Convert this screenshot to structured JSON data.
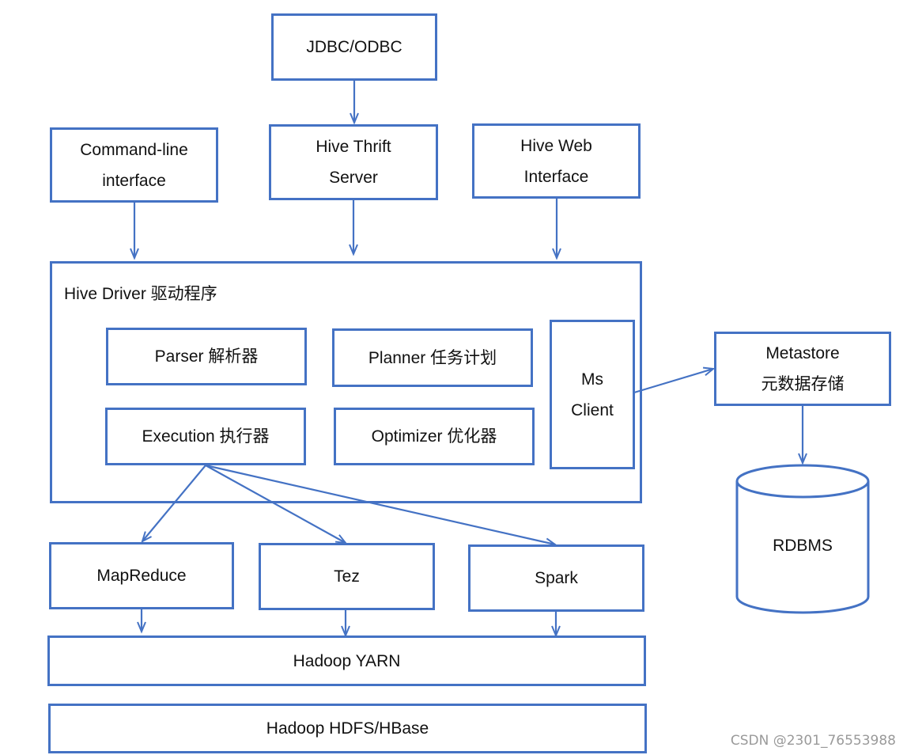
{
  "colors": {
    "stroke": "#4472c4",
    "text": "#111111",
    "watermark": "#9a9a9a"
  },
  "nodes": {
    "jdbc": "JDBC/ODBC",
    "cli": "Command-line\ninterface",
    "thrift": "Hive Thrift\nServer",
    "web": "Hive Web\nInterface",
    "driver": "Hive Driver 驱动程序",
    "parser": "Parser 解析器",
    "planner": "Planner 任务计划",
    "execution": "Execution 执行器",
    "optimizer": "Optimizer 优化器",
    "msclient": "Ms\nClient",
    "metastore": "Metastore\n元数据存储",
    "rdbms": "RDBMS",
    "mapreduce": "MapReduce",
    "tez": "Tez",
    "spark": "Spark",
    "yarn": "Hadoop YARN",
    "hdfs": "Hadoop HDFS/HBase"
  },
  "watermark": "CSDN @2301_76553988"
}
